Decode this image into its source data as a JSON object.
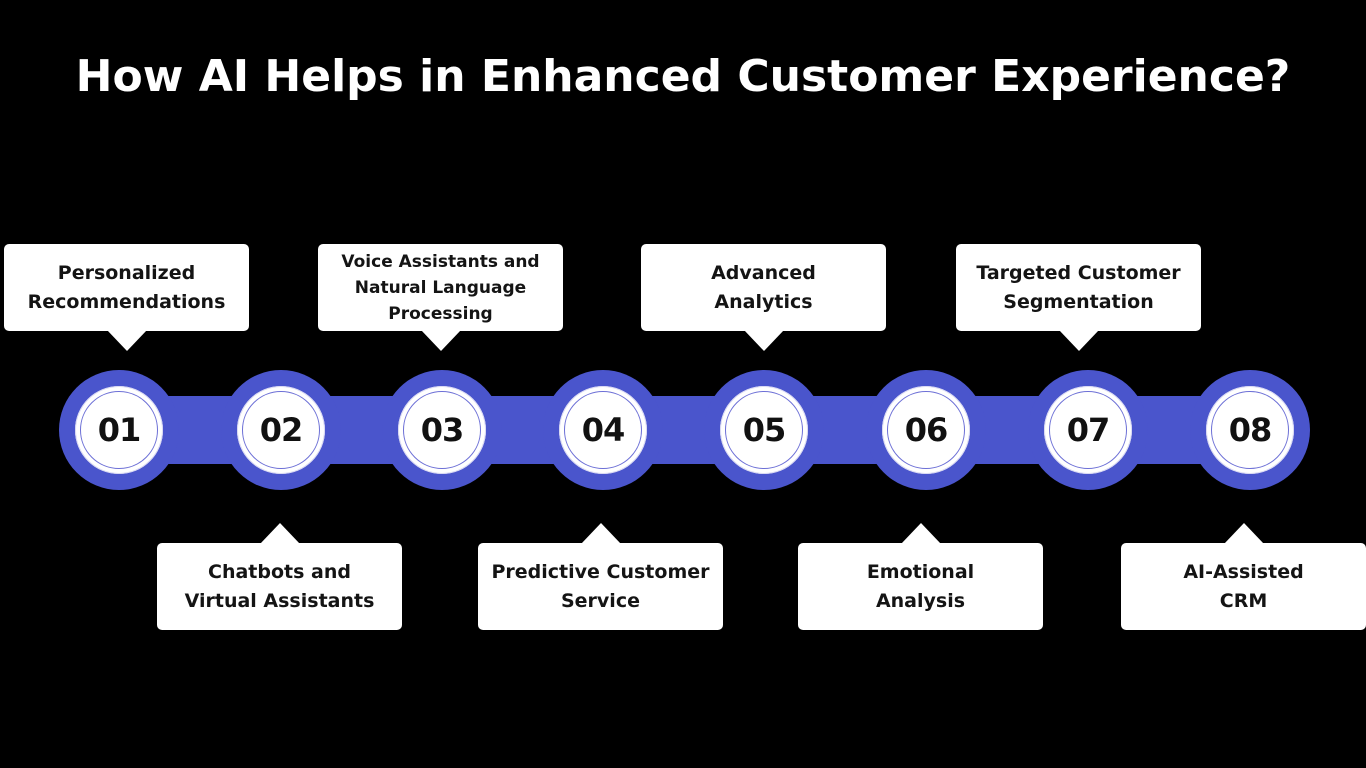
{
  "title": "How AI Helps in Enhanced Customer Experience?",
  "colors": {
    "background": "#000000",
    "chain": "#4a55cc",
    "node": "#ffffff",
    "callout": "#ffffff",
    "text": "#141414"
  },
  "steps": [
    {
      "number": "01",
      "label": "Personalized\nRecommendations"
    },
    {
      "number": "02",
      "label": "Chatbots and\nVirtual Assistants"
    },
    {
      "number": "03",
      "label": "Voice Assistants and\nNatural Language\nProcessing"
    },
    {
      "number": "04",
      "label": "Predictive Customer\nService"
    },
    {
      "number": "05",
      "label": "Advanced\nAnalytics"
    },
    {
      "number": "06",
      "label": "Emotional\nAnalysis"
    },
    {
      "number": "07",
      "label": "Targeted Customer\nSegmentation"
    },
    {
      "number": "08",
      "label": "AI-Assisted\nCRM"
    }
  ]
}
